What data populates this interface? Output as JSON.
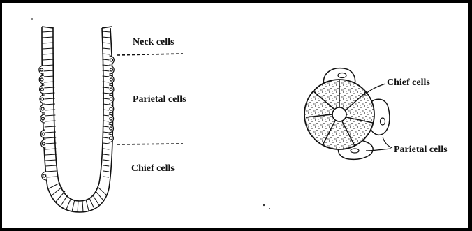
{
  "gland": {
    "labels": {
      "neck": "Neck cells",
      "parietal": "Parietal cells",
      "chief": "Chief cells"
    }
  },
  "acinus": {
    "labels": {
      "chief": "Chief cells",
      "parietal": "Parietal cells"
    }
  }
}
